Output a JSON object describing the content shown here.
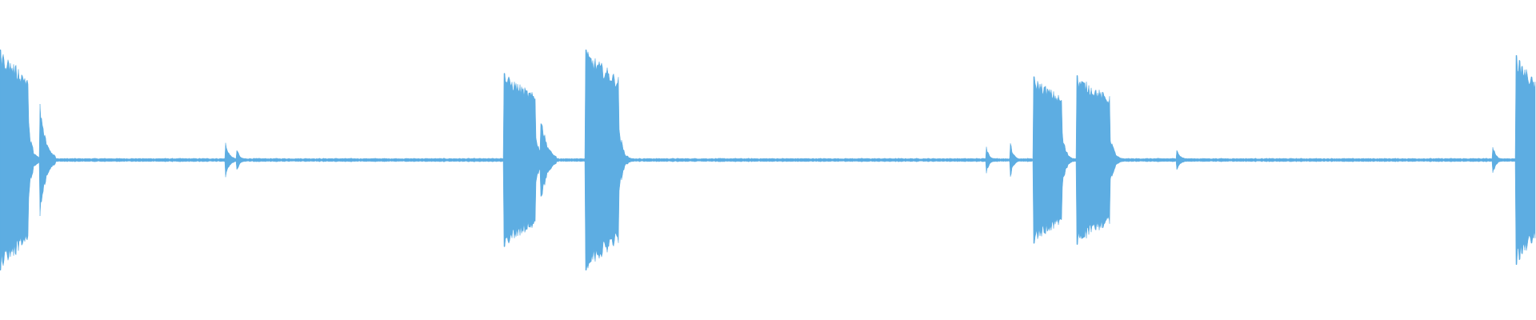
{
  "waveform": {
    "color": "#5dade2",
    "background": "#ffffff",
    "baseline_amplitude": 0.008,
    "bursts": [
      {
        "t": 0.0,
        "peak": 0.98,
        "width": 0.019,
        "shape": "block"
      },
      {
        "t": 0.026,
        "peak": 0.53,
        "width": 0.006,
        "shape": "spike"
      },
      {
        "t": 0.147,
        "peak": 0.16,
        "width": 0.004,
        "shape": "spike"
      },
      {
        "t": 0.154,
        "peak": 0.11,
        "width": 0.003,
        "shape": "spike"
      },
      {
        "t": 0.328,
        "peak": 0.77,
        "width": 0.021,
        "shape": "block"
      },
      {
        "t": 0.352,
        "peak": 0.45,
        "width": 0.006,
        "shape": "spike"
      },
      {
        "t": 0.381,
        "peak": 0.98,
        "width": 0.022,
        "shape": "block"
      },
      {
        "t": 0.642,
        "peak": 0.12,
        "width": 0.003,
        "shape": "spike"
      },
      {
        "t": 0.658,
        "peak": 0.16,
        "width": 0.003,
        "shape": "spike"
      },
      {
        "t": 0.673,
        "peak": 0.74,
        "width": 0.019,
        "shape": "block"
      },
      {
        "t": 0.701,
        "peak": 0.75,
        "width": 0.022,
        "shape": "block"
      },
      {
        "t": 0.766,
        "peak": 0.09,
        "width": 0.004,
        "shape": "spike"
      },
      {
        "t": 0.972,
        "peak": 0.14,
        "width": 0.003,
        "shape": "spike"
      },
      {
        "t": 0.987,
        "peak": 0.93,
        "width": 0.013,
        "shape": "block"
      }
    ]
  }
}
